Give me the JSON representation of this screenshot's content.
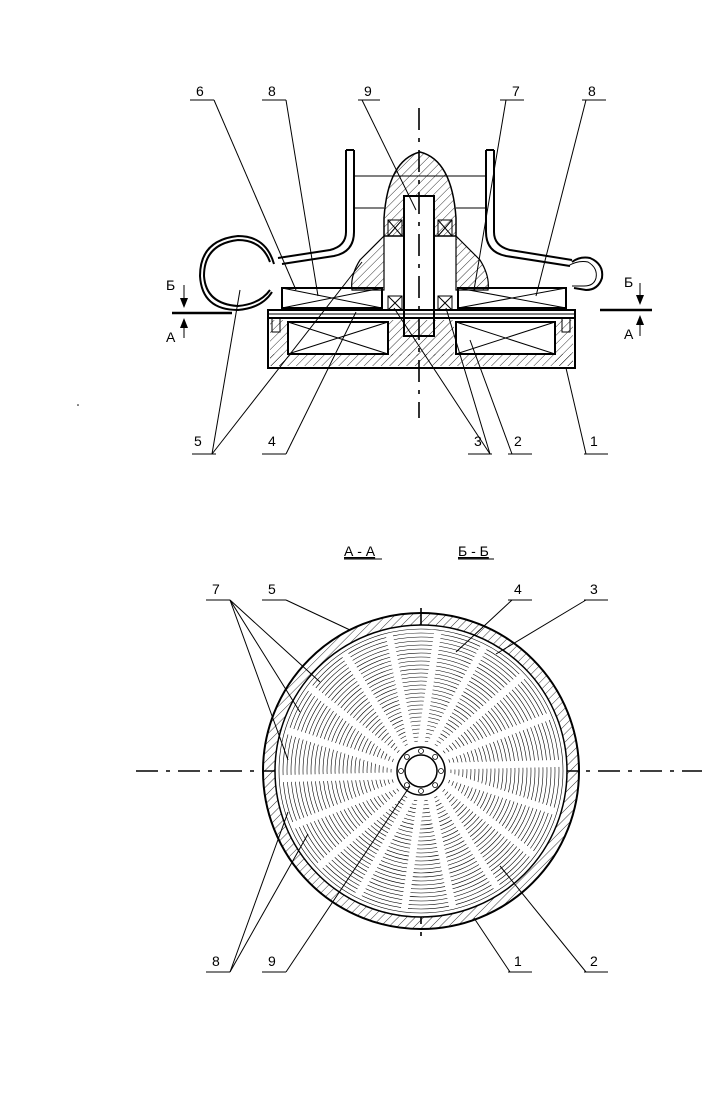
{
  "top_view": {
    "leaders_top": [
      "6",
      "8",
      "9",
      "7",
      "8"
    ],
    "leaders_bottom": [
      "5",
      "4",
      "3",
      "2",
      "1"
    ],
    "cut_left": {
      "upper": "Б",
      "lower": "А"
    },
    "cut_right": {
      "upper": "Б",
      "lower": "А"
    }
  },
  "bottom_view": {
    "section_aa": "А - А",
    "section_bb": "Б - Б",
    "leaders_top": [
      "7",
      "5",
      "4",
      "3"
    ],
    "leaders_bottom": [
      "8",
      "9",
      "1",
      "2"
    ]
  }
}
